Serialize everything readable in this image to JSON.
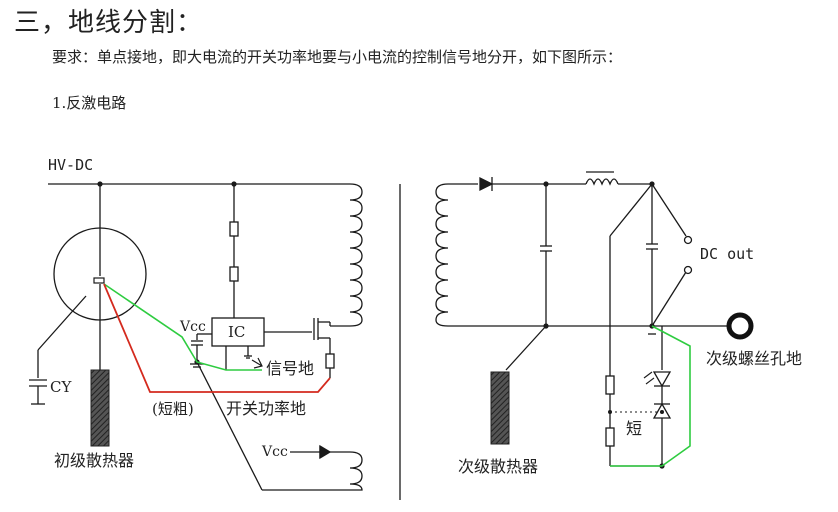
{
  "heading": "三，地线分割：",
  "requirement": "要求：单点接地，即大电流的开关功率地要与小电流的控制信号地分开，如下图所示：",
  "section": "1.反激电路",
  "labels": {
    "hv_dc": "HV-DC",
    "vcc_ic": "Vcc",
    "ic": "IC",
    "signal_gnd": "信号地",
    "short_thick": "(短粗)",
    "switch_power_gnd": "开关功率地",
    "cy": "CY",
    "primary_heatsink": "初级散热器",
    "vcc_aux": "Vcc",
    "dc_out": "DC out",
    "secondary_screw_gnd": "次级螺丝孔地",
    "secondary_heatsink": "次级散热器",
    "short": "短"
  },
  "colors": {
    "wire": "#1a1a1a",
    "green_trace": "#2ecc40",
    "red_trace": "#d42a1e",
    "heatsink": "#3a3a3a"
  }
}
